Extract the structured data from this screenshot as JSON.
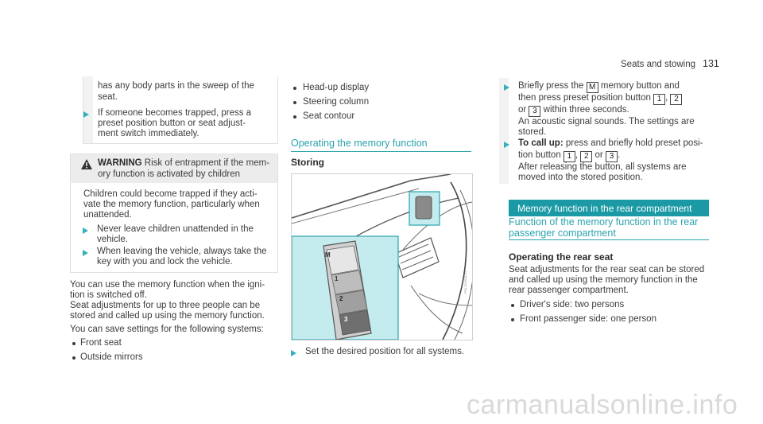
{
  "header": {
    "section": "Seats and stowing",
    "page_number": "131"
  },
  "col1": {
    "box1": {
      "line1": "has any body parts in the sweep of the",
      "line2": "seat.",
      "bullet": [
        "If someone becomes trapped, press a",
        "preset position button or seat adjust-",
        "ment switch immediately."
      ]
    },
    "warning": {
      "label": "WARNING",
      "title_rest": "Risk of entrapment if the mem-",
      "title_line2": "ory function is activated by children",
      "para": [
        "Children could become trapped if they acti-",
        "vate the memory function, particularly when",
        "unattended."
      ],
      "bullet1": [
        "Never leave children unattended in the",
        "vehicle."
      ],
      "bullet2": [
        "When leaving the vehicle, always take the",
        "key with you and lock the vehicle."
      ]
    },
    "body": [
      "You can use the memory function when the igni-",
      "tion is switched off.",
      "Seat adjustments for up to three people can be",
      "stored and called up using the memory function.",
      "You can save settings for the following systems:"
    ],
    "list": [
      "Front seat",
      "Outside mirrors"
    ]
  },
  "col2": {
    "list": [
      "Head-up display",
      "Steering column",
      "Seat contour"
    ],
    "heading": "Operating the memory function",
    "subheading": "Storing",
    "figure_labels": [
      "M",
      "1",
      "2",
      "3"
    ],
    "figure_code": "P91.20-9011-31",
    "step": "Set the desired position for all systems."
  },
  "col3": {
    "step1": {
      "prefix": "Briefly press the",
      "key_m": "M",
      "mid": "memory button and",
      "line2": "then press preset position button",
      "key1": "1",
      "comma": ",",
      "key2": "2",
      "or": "or",
      "key3": "3",
      "line3rest": "within three seconds.",
      "line4": "An acoustic signal sounds. The settings are",
      "line5": "stored."
    },
    "step2": {
      "bold": "To call up:",
      "rest": "press and briefly hold preset posi-",
      "line2a": "tion button",
      "key1": "1",
      "comma": ",",
      "key2": "2",
      "or": "or",
      "key3": "3",
      "period": ".",
      "line3": "After releasing the button, all systems are",
      "line4": "moved into the stored position."
    },
    "banner": "Memory function in the rear compartment",
    "heading": [
      "Function of the memory function in the rear",
      "passenger compartment"
    ],
    "subheading": "Operating the rear seat",
    "body": [
      "Seat adjustments for the rear seat can be stored",
      "and called up using the memory function in the",
      "rear passenger compartment."
    ],
    "list": [
      "Driver's side: two persons",
      "Front passenger side: one person"
    ]
  },
  "watermark": "carmanualsonline.info",
  "colors": {
    "accent": "#2aa3ad",
    "banner": "#1b9aa5",
    "figure_fill": "#c4ecef"
  }
}
